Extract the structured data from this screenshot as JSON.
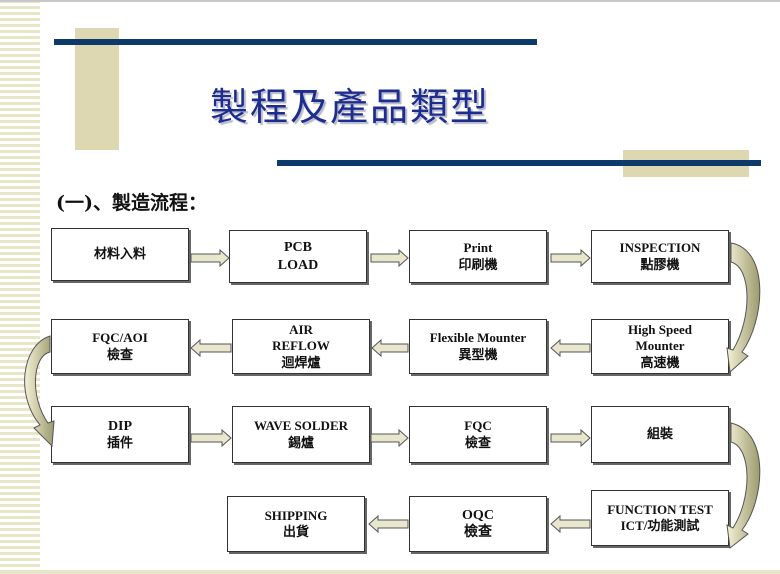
{
  "title": "製程及產品類型",
  "subtitle": "(一)、製造流程：",
  "steps": [
    {
      "line1": "材料入料",
      "line2": ""
    },
    {
      "line1": "PCB",
      "line2": "LOAD"
    },
    {
      "line1": "Print",
      "line2": "印刷機"
    },
    {
      "line1": "INSPECTION",
      "line2": "點膠機"
    },
    {
      "line1": "High Speed",
      "line2": "Mounter",
      "line3": "高速機"
    },
    {
      "line1": "Flexible Mounter",
      "line2": "異型機"
    },
    {
      "line1": "AIR",
      "line2": "REFLOW",
      "line3": "迴焊爐"
    },
    {
      "line1": "FQC/AOI",
      "line2": "檢查"
    },
    {
      "line1": "DIP",
      "line2": "插件"
    },
    {
      "line1": "WAVE SOLDER",
      "line2": "錫爐"
    },
    {
      "line1": "FQC",
      "line2": "檢查"
    },
    {
      "line1": "組裝",
      "line2": ""
    },
    {
      "line1": "FUNCTION TEST",
      "line2": "ICT/功能測試"
    },
    {
      "line1": "OQC",
      "line2": "檢查"
    },
    {
      "line1": "SHIPPING",
      "line2": "出貨"
    }
  ]
}
